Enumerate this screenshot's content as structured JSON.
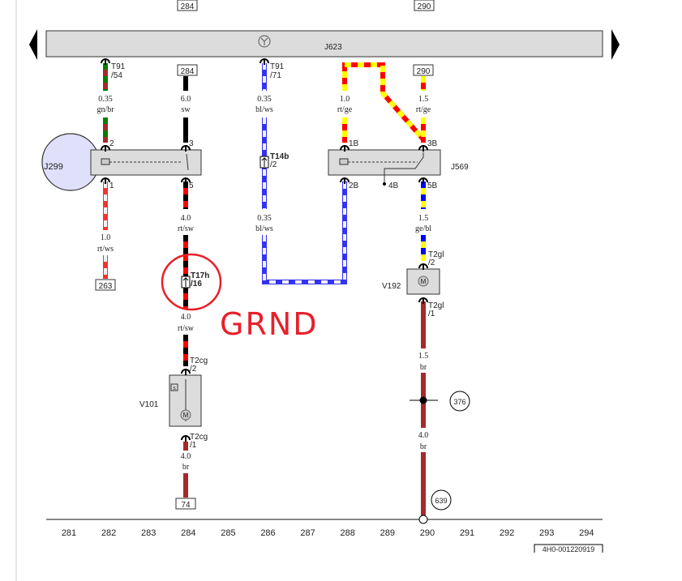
{
  "colors": {
    "br": "#a52a2a",
    "gn": "#008000",
    "rt": "#ff0000",
    "ws": "#ffffff",
    "sw": "#000000",
    "bl": "#0000ff",
    "ge": "#ffff00",
    "annotation": "#e8202a",
    "highlight": "#e0e0fa"
  },
  "top_refs": [
    "284",
    "290"
  ],
  "bar": {
    "label": "J623"
  },
  "components": {
    "j299": "J299",
    "j569": "J569",
    "v192": "V192",
    "v101": "V101"
  },
  "connectors": {
    "c282_top": [
      "T91",
      "/54"
    ],
    "c286_top": [
      "T91",
      "/71"
    ],
    "t14b": [
      "T14b",
      "/2"
    ],
    "t17h": [
      "T17h",
      "/16"
    ],
    "t2gl_2": [
      "T2gl",
      "/2"
    ],
    "t2gl_1": [
      "T2gl",
      "/1"
    ],
    "t2cg_2": [
      "T2cg",
      "/2"
    ],
    "t2cg_1": [
      "T2cg",
      "/1"
    ]
  },
  "pins": {
    "j299_2": "2",
    "j299_3": "3",
    "j299_1": "1",
    "j299_5": "5",
    "j569_1b": "1B",
    "j569_3b": "3B",
    "j569_2b": "2B",
    "j569_4b": "4B",
    "j569_5b": "5B"
  },
  "wires": {
    "w282a": [
      "0.35",
      "gn/br"
    ],
    "w282b": [
      "1.0",
      "rt/ws"
    ],
    "w284a": [
      "6.0",
      "sw"
    ],
    "w284b": [
      "4.0",
      "rt/sw"
    ],
    "w284c": [
      "4.0",
      "rt/sw"
    ],
    "w284d": [
      "4.0",
      "br"
    ],
    "w286a": [
      "0.35",
      "bl/ws"
    ],
    "w286b": [
      "0.35",
      "bl/ws"
    ],
    "w288a": [
      "1.0",
      "rt/ge"
    ],
    "w290a": [
      "1.5",
      "rt/ge"
    ],
    "w290b": [
      "1.5",
      "ge/bl"
    ],
    "w290c": [
      "1.5",
      "br"
    ],
    "w290d": [
      "4.0",
      "br"
    ]
  },
  "refs": {
    "r284": "284",
    "r263": "263",
    "r290": "290",
    "r74": "74",
    "r376": "376",
    "r639": "639"
  },
  "annotation": "GRND",
  "motor_symbol": "M",
  "sensor_symbol": "s",
  "columns": [
    "281",
    "282",
    "283",
    "284",
    "285",
    "286",
    "287",
    "288",
    "289",
    "290",
    "291",
    "292",
    "293",
    "294"
  ],
  "doc_id": "4H0-001220919"
}
